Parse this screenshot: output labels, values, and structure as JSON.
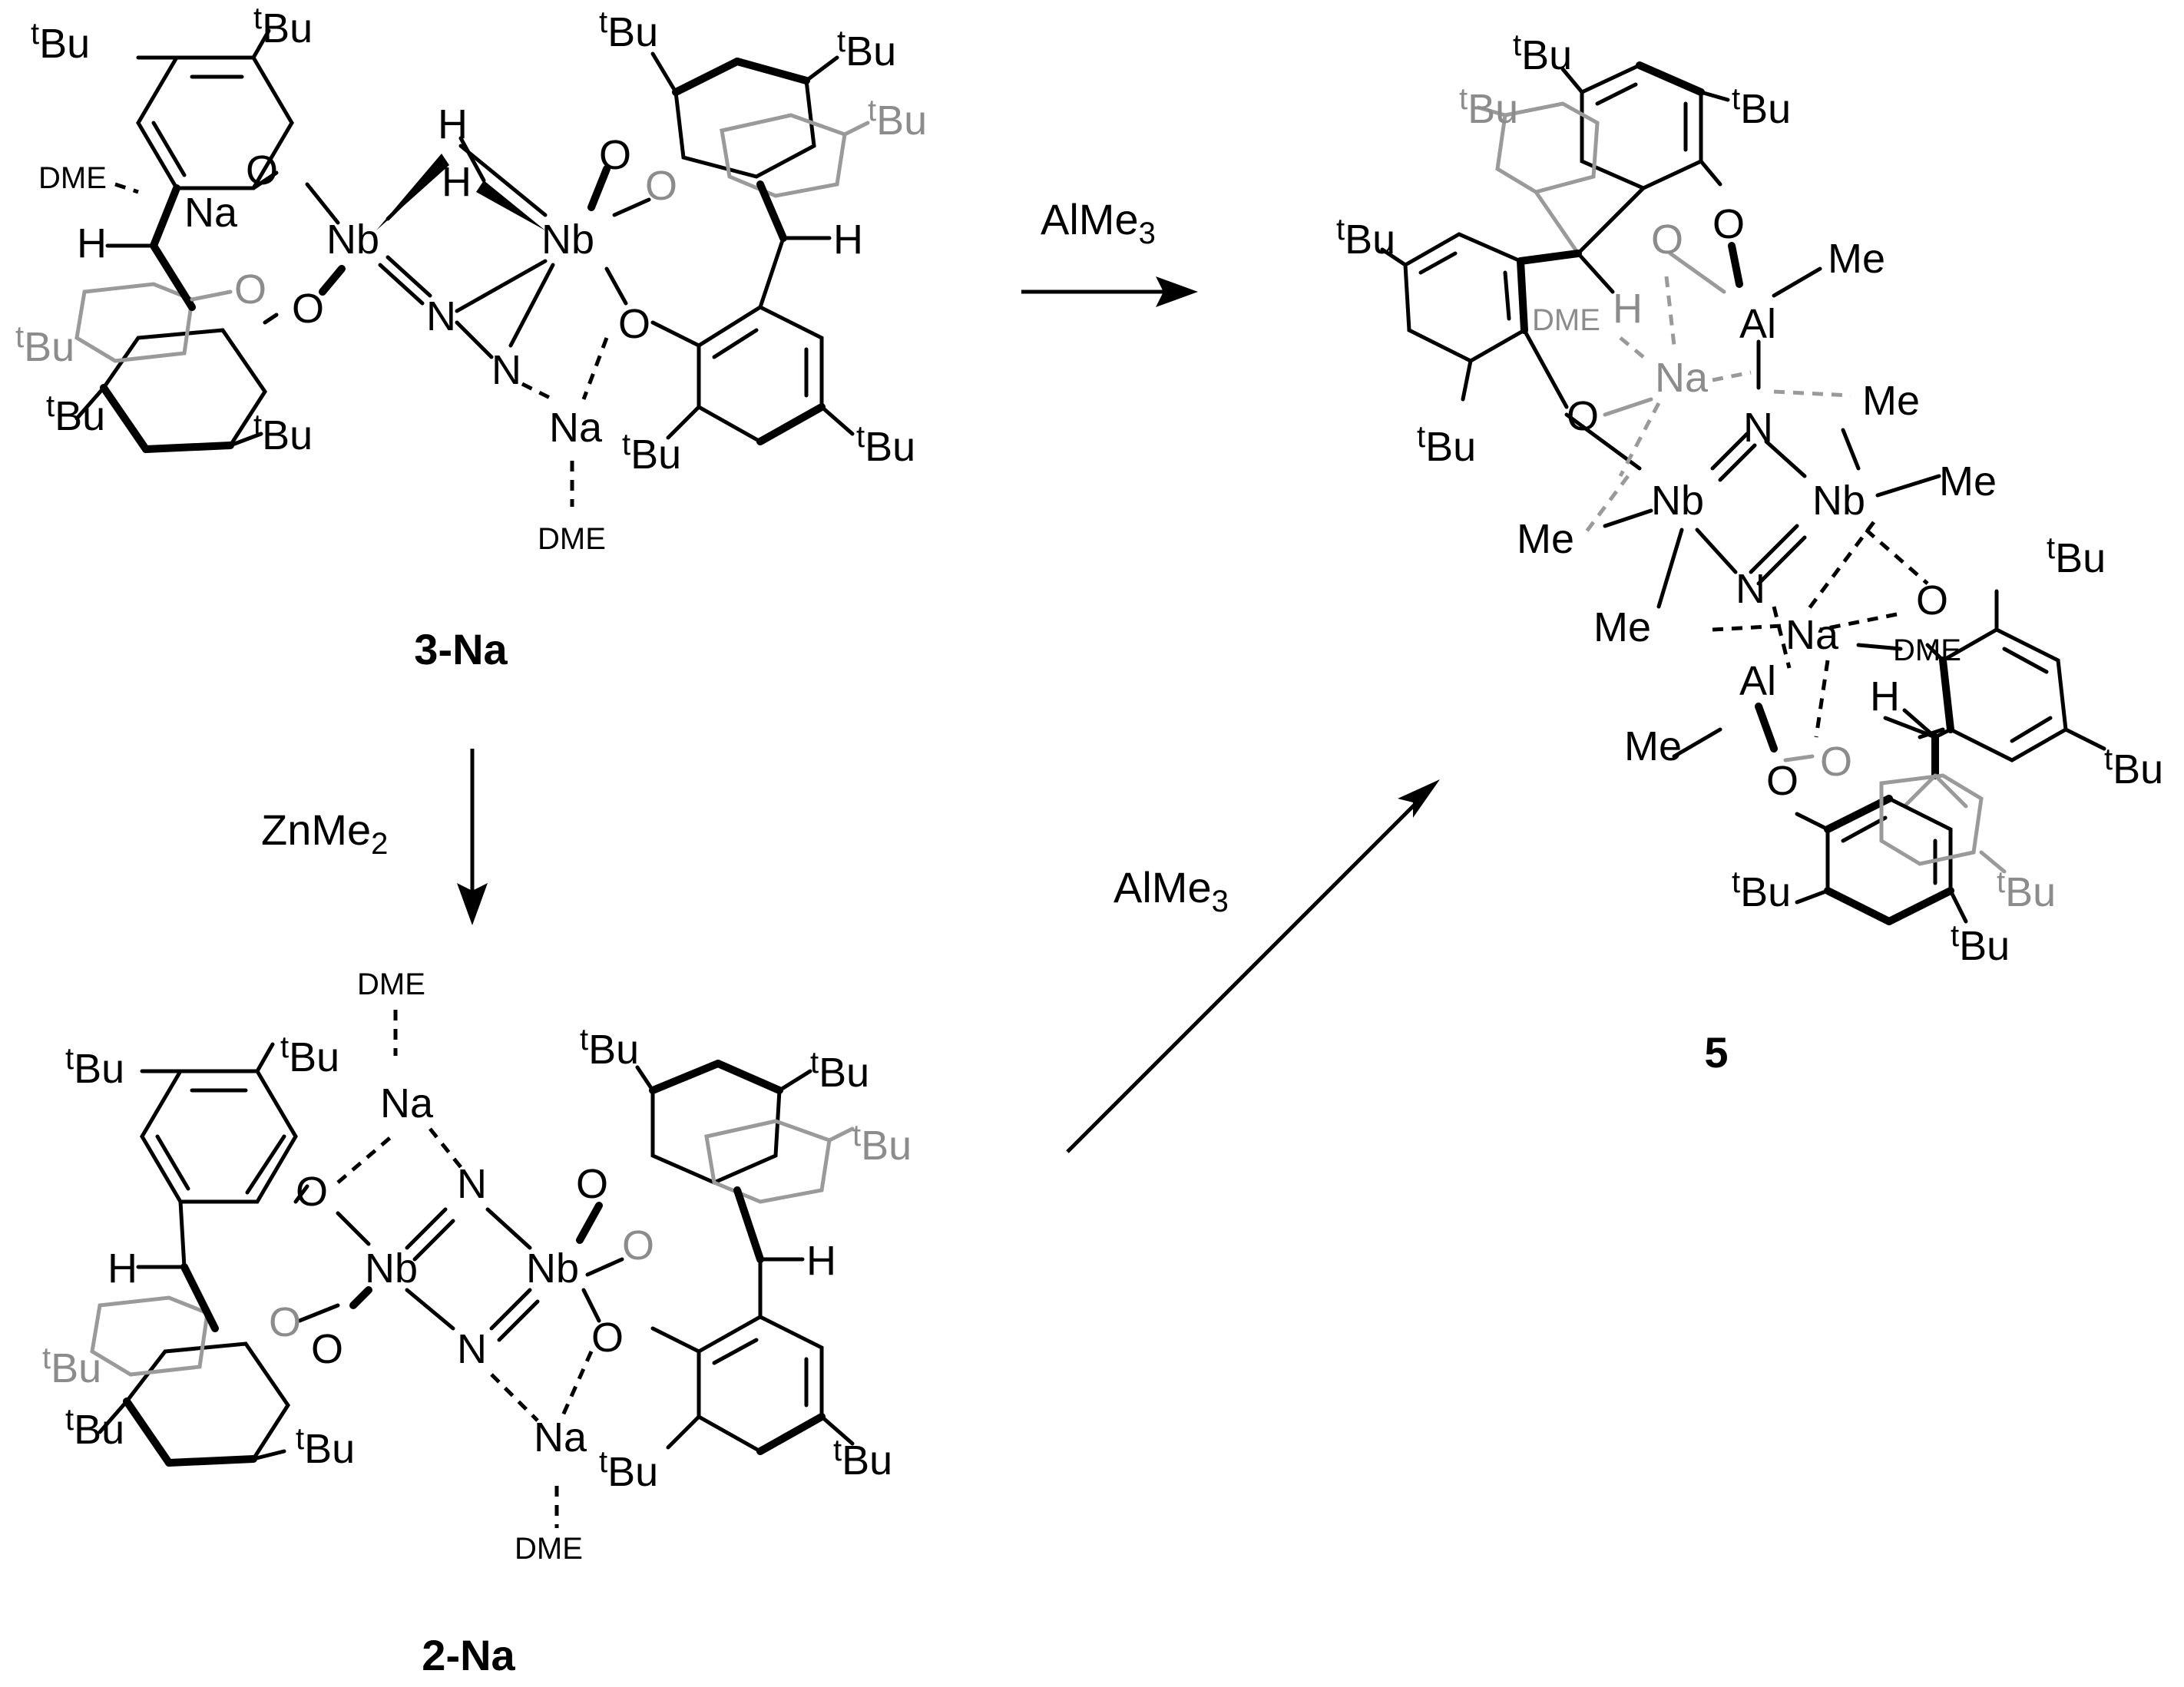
{
  "compounds": {
    "c3": {
      "label": "3-Na"
    },
    "c2": {
      "label": "2-Na"
    },
    "c5": {
      "label": "5"
    }
  },
  "reagents": {
    "top": {
      "main": "AlMe",
      "sub": "3"
    },
    "down": {
      "main": "ZnMe",
      "sub": "2"
    },
    "diag": {
      "main": "AlMe",
      "sub": "3"
    }
  },
  "atoms": {
    "Nb": "Nb",
    "Na": "Na",
    "N": "N",
    "O": "O",
    "H": "H",
    "Al": "Al",
    "Me": "Me",
    "DME": "DME",
    "tBu_sup": "t",
    "tBu_main": "Bu"
  }
}
